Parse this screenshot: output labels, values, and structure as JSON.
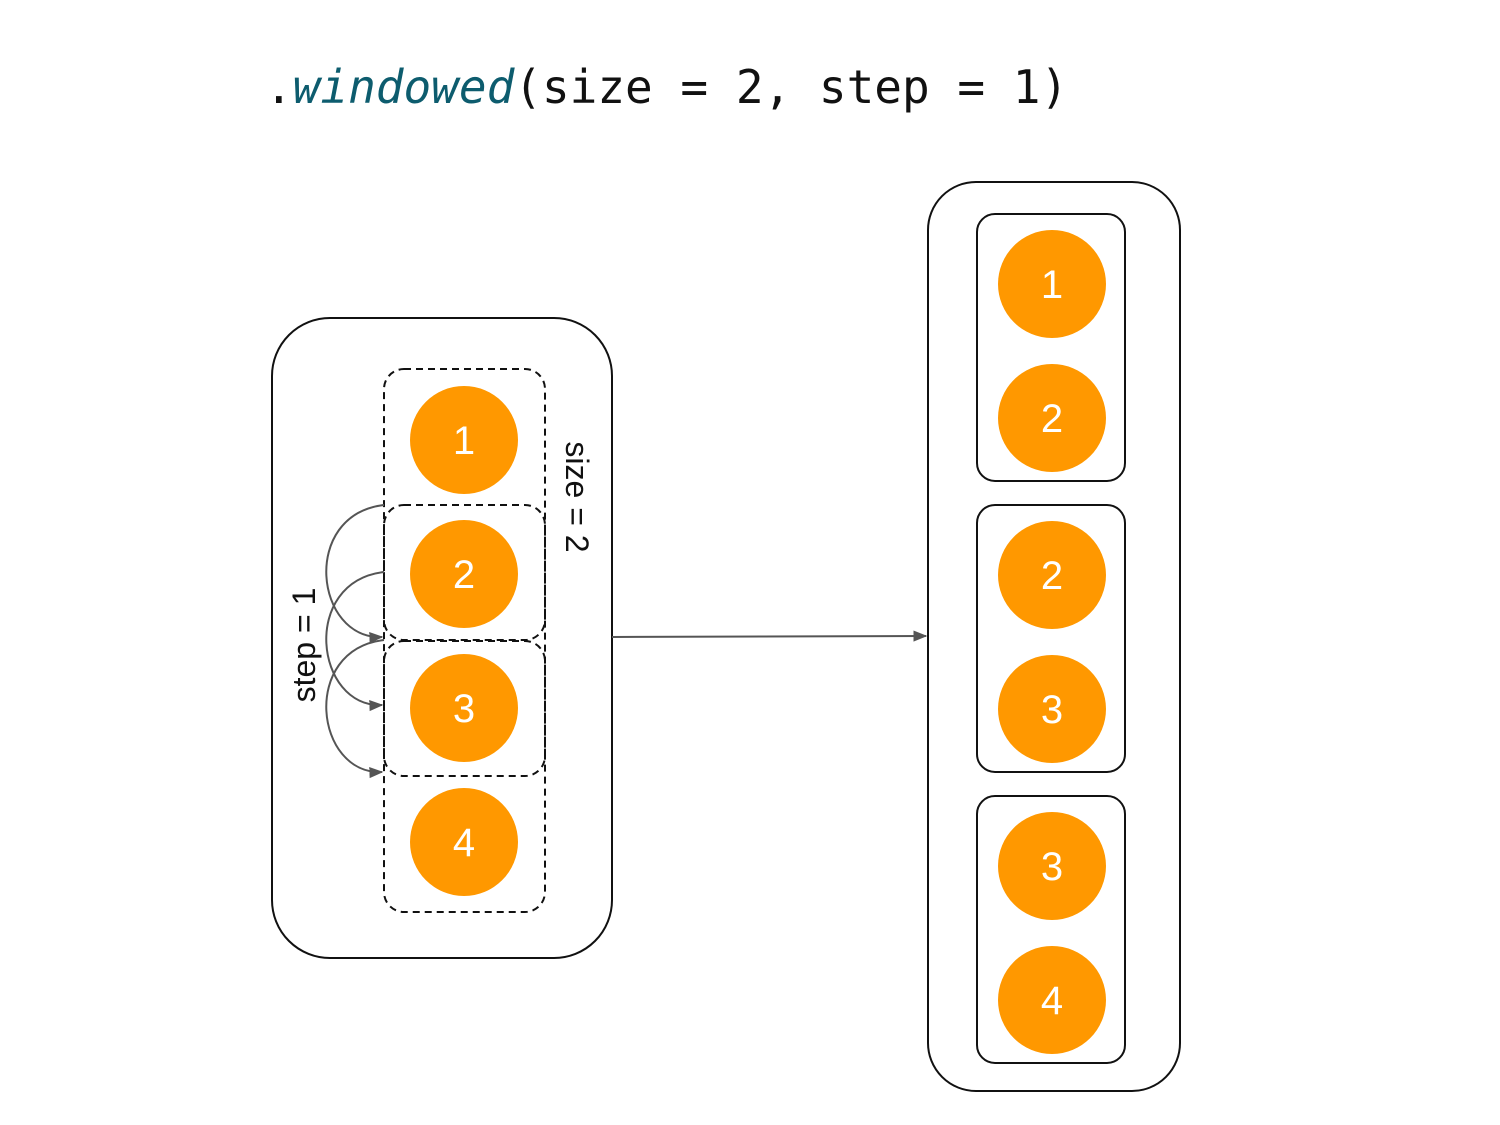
{
  "title": {
    "prefix": ".",
    "function": "windowed",
    "args": "(size = 2, step = 1)"
  },
  "input": {
    "items": [
      "1",
      "2",
      "3",
      "4"
    ],
    "size_label": "size = 2",
    "step_label": "step = 1"
  },
  "output": {
    "windows": [
      [
        "1",
        "2"
      ],
      [
        "2",
        "3"
      ],
      [
        "3",
        "4"
      ]
    ]
  },
  "colors": {
    "accent": "#ff9800",
    "function": "#0d5c6e",
    "stroke": "#111111",
    "arrow": "#555555"
  }
}
